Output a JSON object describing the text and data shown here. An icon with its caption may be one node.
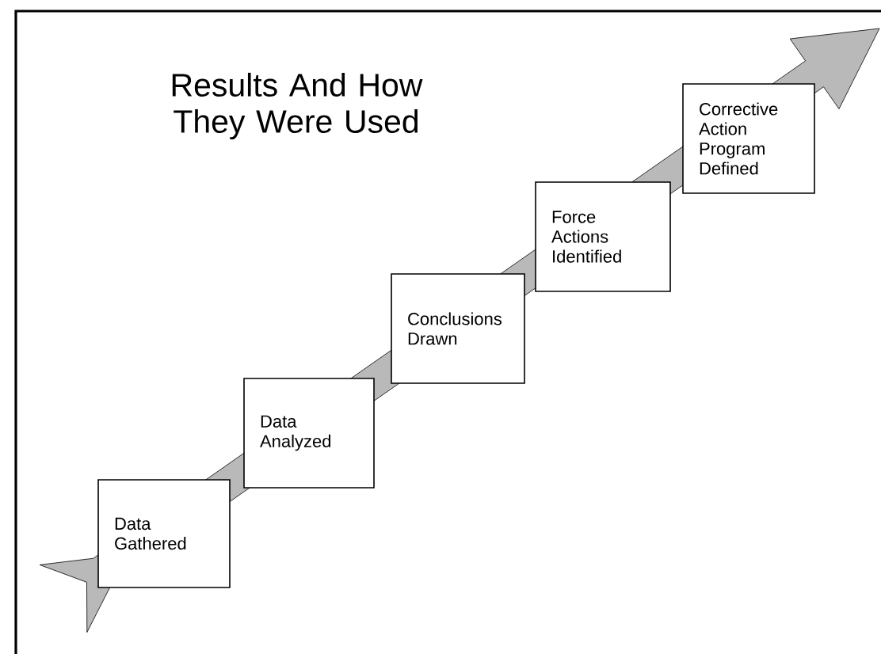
{
  "diagram": {
    "title": "Results And How They Were Used",
    "nodes": [
      {
        "text": [
          "Data Gathered"
        ]
      },
      {
        "text": [
          "Data Analyzed"
        ]
      },
      {
        "text": [
          "Conclusions Drawn"
        ]
      },
      {
        "text": [
          "Force Actions Identified"
        ]
      },
      {
        "text": [
          "Corrective Action Program Defined"
        ]
      }
    ]
  }
}
